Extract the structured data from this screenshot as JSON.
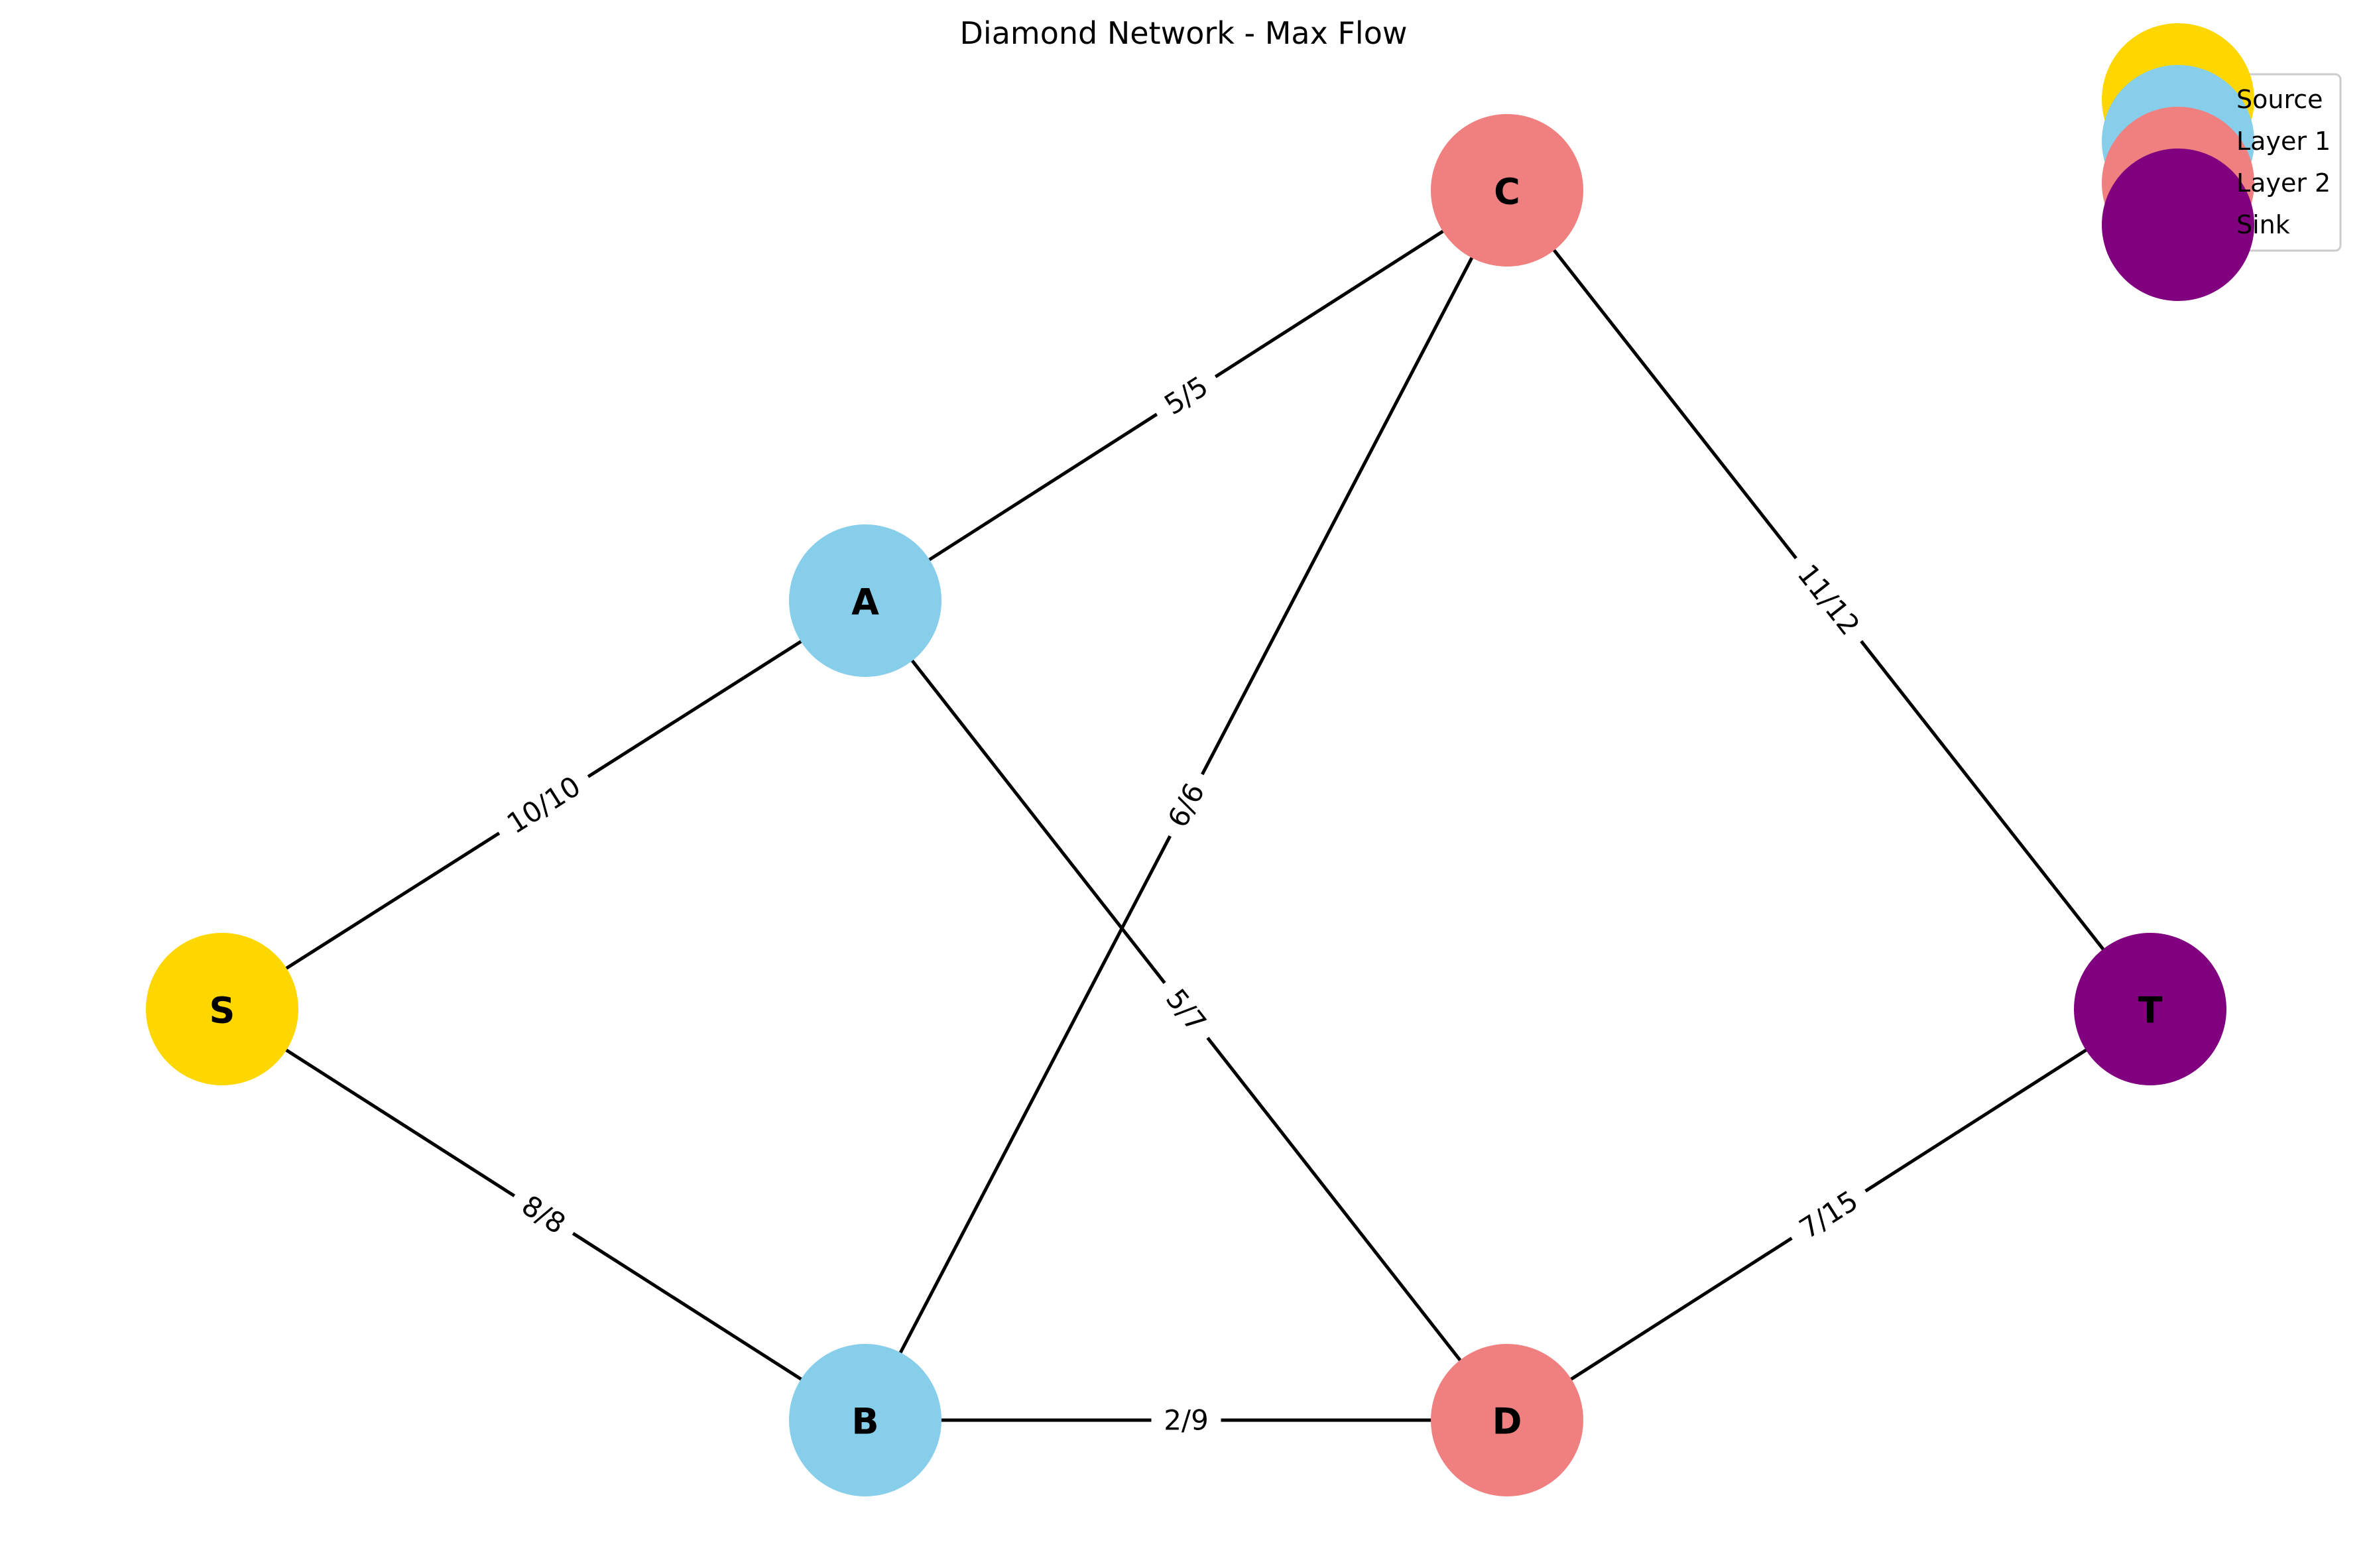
{
  "title": "Diamond Network - Max Flow",
  "colors": {
    "source": "#FFD700",
    "layer1": "#87CEEB",
    "layer2": "#F08080",
    "sink": "#800080",
    "edge": "#000000"
  },
  "legend": [
    {
      "label": "Source",
      "color": "#FFD700"
    },
    {
      "label": "Layer 1",
      "color": "#87CEEB"
    },
    {
      "label": "Layer 2",
      "color": "#F08080"
    },
    {
      "label": "Sink",
      "color": "#800080"
    }
  ],
  "nodes": [
    {
      "id": "S",
      "label": "S",
      "group": "source",
      "color": "#FFD700"
    },
    {
      "id": "A",
      "label": "A",
      "group": "layer1",
      "color": "#87CEEB"
    },
    {
      "id": "B",
      "label": "B",
      "group": "layer1",
      "color": "#87CEEB"
    },
    {
      "id": "C",
      "label": "C",
      "group": "layer2",
      "color": "#F08080"
    },
    {
      "id": "D",
      "label": "D",
      "group": "layer2",
      "color": "#F08080"
    },
    {
      "id": "T",
      "label": "T",
      "group": "sink",
      "color": "#800080"
    }
  ],
  "edges": [
    {
      "from": "S",
      "to": "A",
      "label": "10/10",
      "flow": 10,
      "capacity": 10
    },
    {
      "from": "S",
      "to": "B",
      "label": "8/8",
      "flow": 8,
      "capacity": 8
    },
    {
      "from": "A",
      "to": "C",
      "label": "5/5",
      "flow": 5,
      "capacity": 5
    },
    {
      "from": "A",
      "to": "D",
      "label": "5/7",
      "flow": 5,
      "capacity": 7
    },
    {
      "from": "B",
      "to": "C",
      "label": "6/6",
      "flow": 6,
      "capacity": 6
    },
    {
      "from": "B",
      "to": "D",
      "label": "2/9",
      "flow": 2,
      "capacity": 9
    },
    {
      "from": "C",
      "to": "T",
      "label": "11/12",
      "flow": 11,
      "capacity": 12
    },
    {
      "from": "D",
      "to": "T",
      "label": "7/15",
      "flow": 7,
      "capacity": 15
    }
  ]
}
